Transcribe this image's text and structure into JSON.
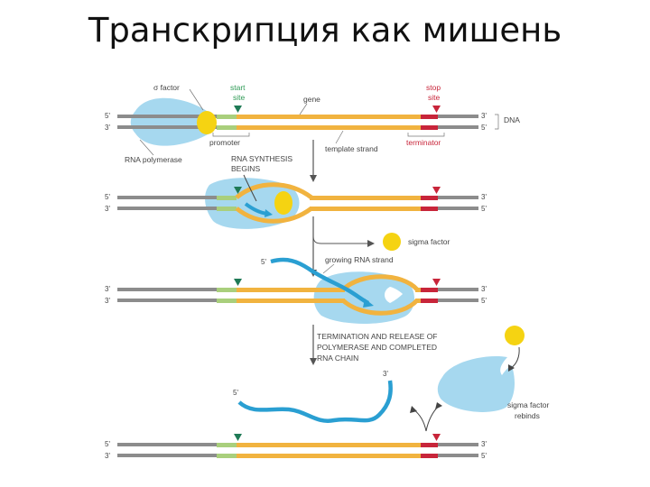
{
  "title": "Транскрипция как мишень",
  "colors": {
    "dna": "#8c8c8c",
    "gene": "#f1b33f",
    "promoter": "#a9cf7c",
    "terminator": "#c8253a",
    "start_arrow": "#1f7a56",
    "stop_arrow": "#c8253a",
    "polymerase": "#a6d8ef",
    "sigma": "#f5d312",
    "rna": "#2a9fd2",
    "label_green": "#2e9a55",
    "label_red": "#c8253a"
  },
  "labels": {
    "sigma_factor": "σ factor",
    "start_site": [
      "start",
      "site"
    ],
    "gene": "gene",
    "stop_site": [
      "stop",
      "site"
    ],
    "dna": "DNA",
    "promoter": "promoter",
    "template_strand": "template strand",
    "terminator": "terminator",
    "rna_polymerase": "RNA polymerase",
    "rna_synthesis": [
      "RNA SYNTHESIS",
      "BEGINS"
    ],
    "sigma_factor_2": "sigma factor",
    "growing_rna": "growing RNA strand",
    "termination": [
      "TERMINATION AND RELEASE OF",
      "POLYMERASE AND COMPLETED",
      "RNA CHAIN"
    ],
    "sigma_rebinds": [
      "sigma factor",
      "rebinds"
    ]
  },
  "ends": {
    "five": "5'",
    "three": "3'"
  }
}
